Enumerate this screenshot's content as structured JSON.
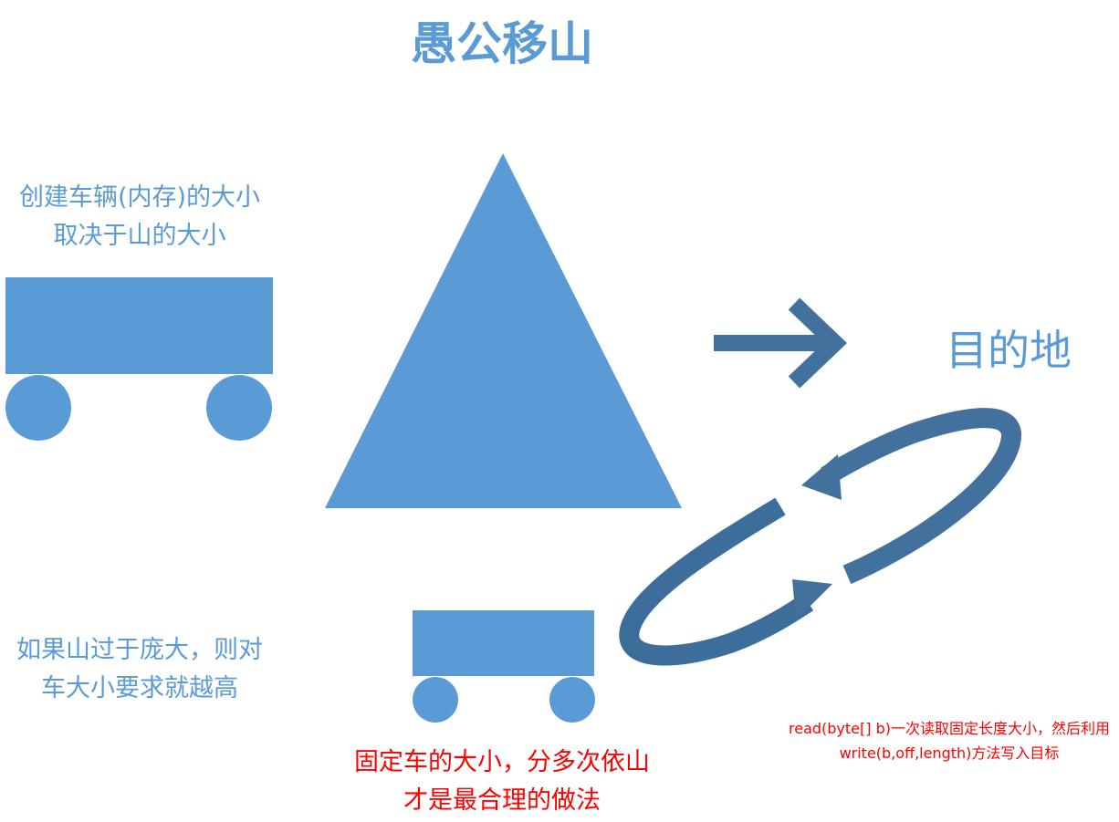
{
  "title": "愚公移山",
  "notes": {
    "left_top": "创建车辆(内存)的大小取决于山的大小",
    "left_bottom": "如果山过于庞大，则对车大小要求就越高",
    "bottom_center": "固定车的大小，分多次依山才是最合理的做法",
    "right": "read(byte[] b)一次读取固定长度大小，然后利用write(b,off,length)方法写入目标"
  },
  "destination": "目的地",
  "colors": {
    "shape_fill": "#5b9bd5",
    "arrow_dark": "#41719c",
    "note_red": "#ff0000"
  }
}
